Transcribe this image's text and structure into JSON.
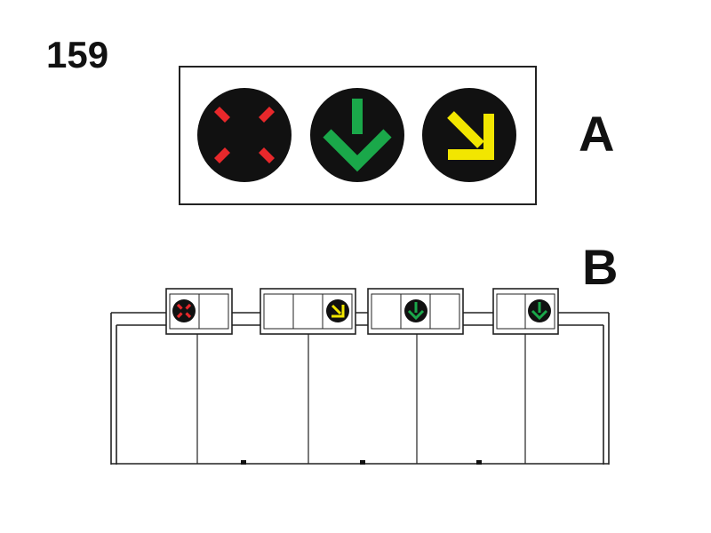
{
  "figure_number": "159",
  "panel_a": {
    "label": "A",
    "signals": [
      {
        "symbol": "red-x-icon",
        "color": "#e8282b"
      },
      {
        "symbol": "green-down-arrow-icon",
        "color": "#1aa84a"
      },
      {
        "symbol": "yellow-diagonal-arrow-icon",
        "color": "#f2e600"
      }
    ]
  },
  "panel_b": {
    "label": "B",
    "gantry_signals": [
      {
        "position": "left",
        "symbol": "red-x-icon"
      },
      {
        "position": "right",
        "symbol": "yellow-diagonal-arrow-icon"
      },
      {
        "position": "right",
        "symbol": "green-down-arrow-icon"
      },
      {
        "position": "right",
        "symbol": "green-down-arrow-icon"
      }
    ]
  },
  "colors": {
    "red": "#e8282b",
    "green": "#1aa84a",
    "yellow": "#f2e600",
    "signal_background": "#111111",
    "outline": "#222222"
  }
}
